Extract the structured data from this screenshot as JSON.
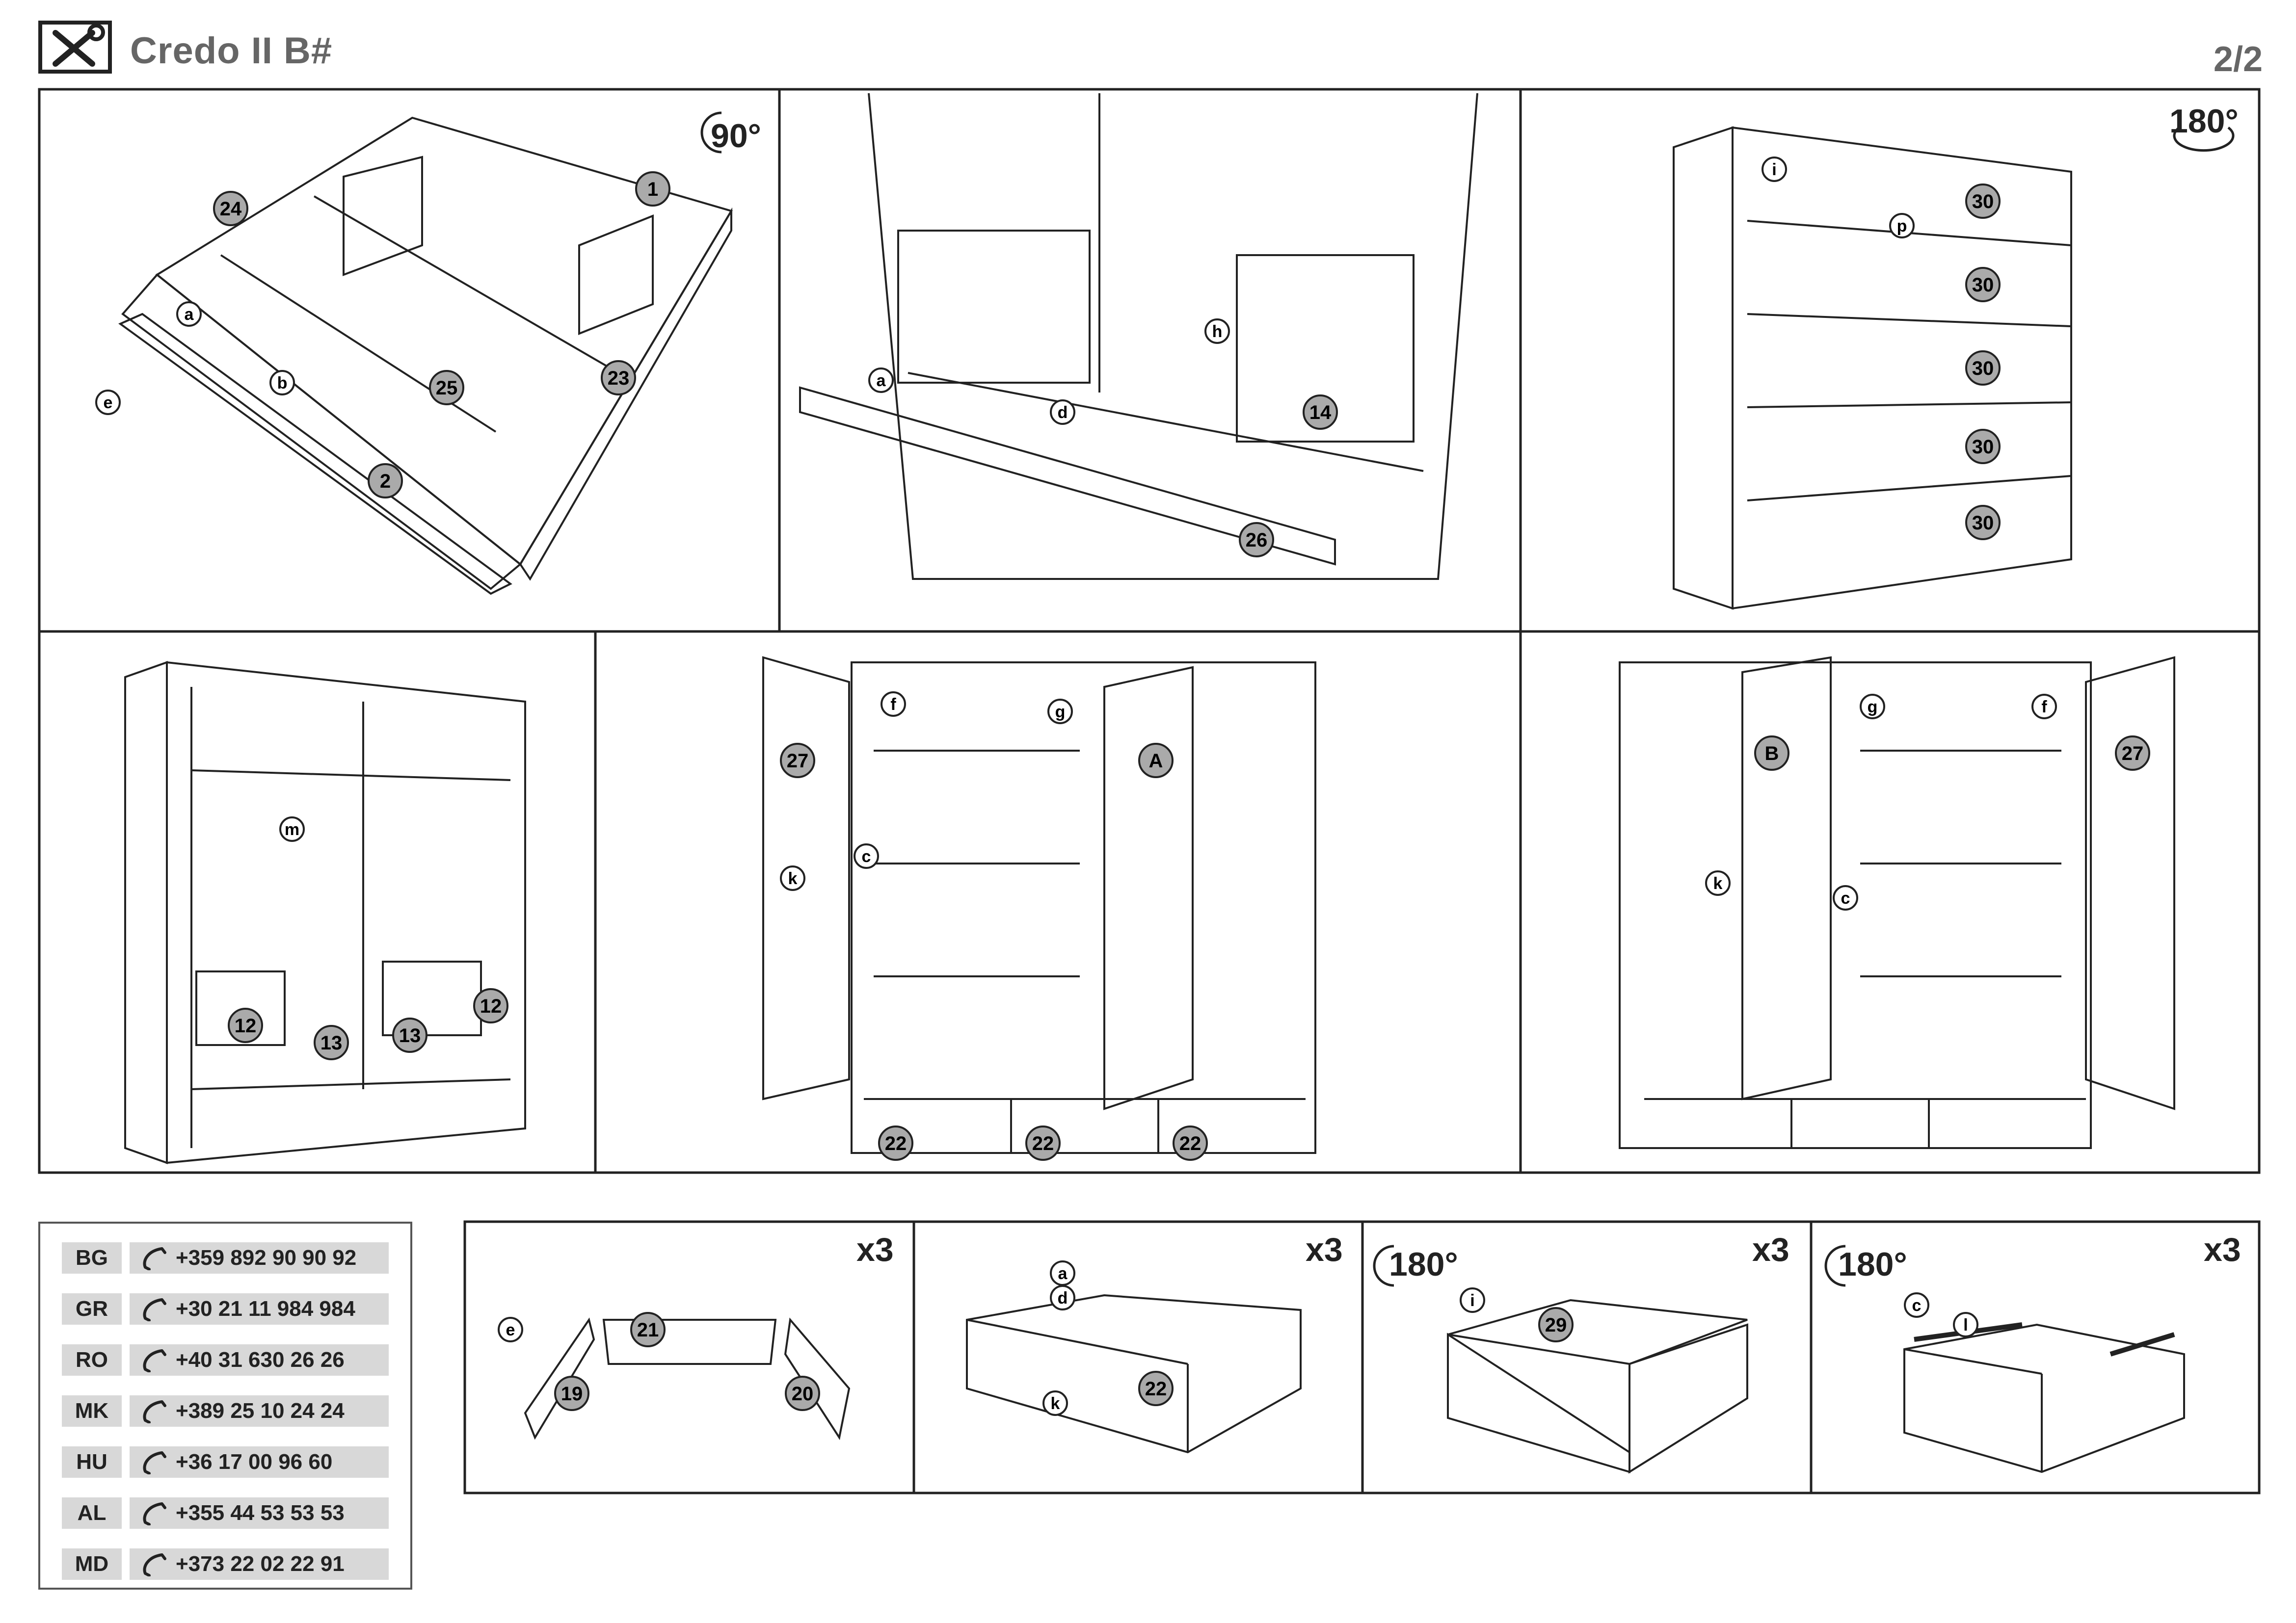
{
  "header": {
    "title": "Credo II B#",
    "page": "2/2",
    "logo_icon": "tools-icon"
  },
  "steps": [
    {
      "id": "step-1",
      "rotation": "90°",
      "parts": [
        "1",
        "2",
        "23",
        "24",
        "25"
      ],
      "hardware": [
        "a",
        "b",
        "e"
      ]
    },
    {
      "id": "step-2",
      "parts": [
        "14",
        "26"
      ],
      "hardware": [
        "a",
        "d",
        "h"
      ]
    },
    {
      "id": "step-3",
      "rotation": "180°",
      "parts": [
        "30",
        "30",
        "30",
        "30",
        "30"
      ],
      "hardware": [
        "i",
        "p"
      ]
    },
    {
      "id": "step-4",
      "parts": [
        "12",
        "12",
        "13",
        "13"
      ],
      "hardware": [
        "m"
      ]
    },
    {
      "id": "step-5",
      "parts": [
        "27",
        "A",
        "22",
        "22",
        "22"
      ],
      "hardware": [
        "c",
        "f",
        "g",
        "k"
      ]
    },
    {
      "id": "step-6",
      "parts": [
        "B",
        "27"
      ],
      "hardware": [
        "c",
        "f",
        "g",
        "k"
      ]
    }
  ],
  "drawer_steps": [
    {
      "id": "drawer-a",
      "multiplier": "x3",
      "parts": [
        "21",
        "19",
        "20"
      ],
      "hardware": [
        "e"
      ]
    },
    {
      "id": "drawer-b",
      "multiplier": "x3",
      "parts": [
        "22"
      ],
      "hardware": [
        "a",
        "d",
        "k"
      ]
    },
    {
      "id": "drawer-c",
      "multiplier": "x3",
      "rotation": "180°",
      "parts": [
        "29"
      ],
      "hardware": [
        "i"
      ]
    },
    {
      "id": "drawer-d",
      "multiplier": "x3",
      "rotation": "180°",
      "hardware": [
        "c",
        "l"
      ]
    }
  ],
  "contacts": [
    {
      "code": "BG",
      "phone": "+359 892 90 90 92"
    },
    {
      "code": "GR",
      "phone": "+30 21 11 984 984"
    },
    {
      "code": "RO",
      "phone": "+40 31 630 26 26"
    },
    {
      "code": "MK",
      "phone": "+389 25 10 24 24"
    },
    {
      "code": "HU",
      "phone": "+36 17 00 96 60"
    },
    {
      "code": "AL",
      "phone": "+355 44 53 53 53"
    },
    {
      "code": "MD",
      "phone": "+373 22 02 22 91"
    }
  ],
  "colors": {
    "line": "#222222",
    "badge": "#aaaaaa",
    "frame": "#555555",
    "muted": "#666666"
  }
}
